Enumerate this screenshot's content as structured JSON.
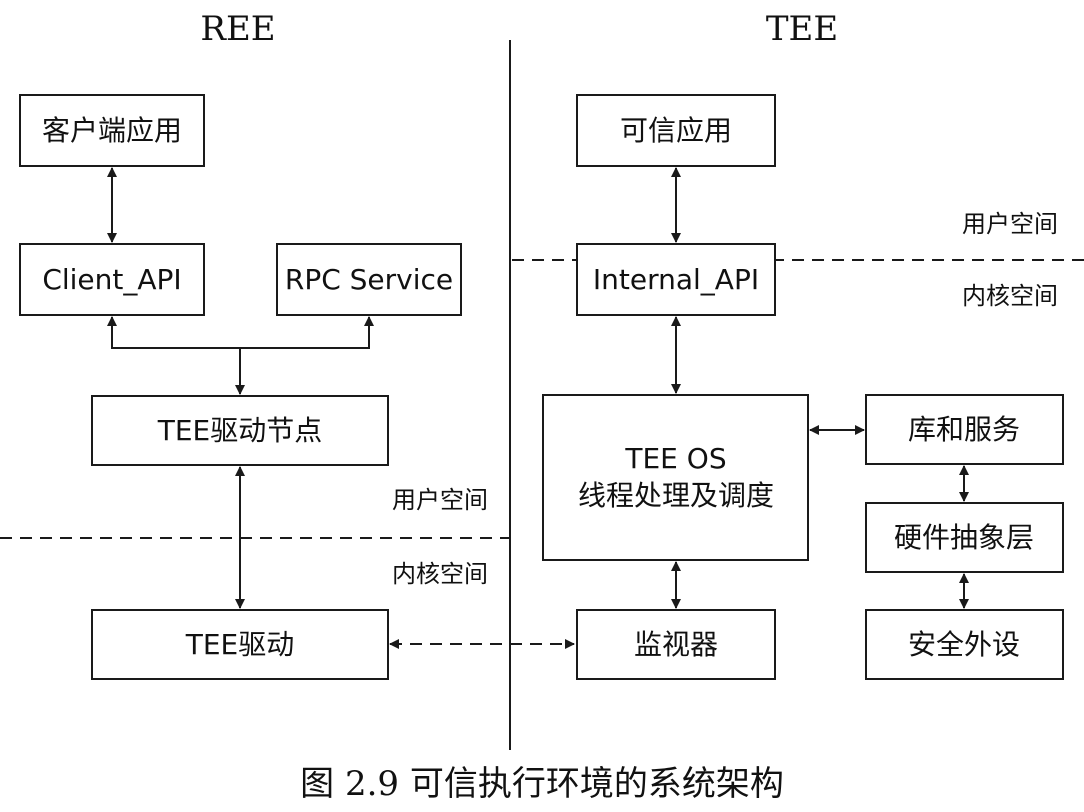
{
  "headings": {
    "ree": "REE",
    "tee": "TEE"
  },
  "ree": {
    "client_app": "客户端应用",
    "client_api": "Client_API",
    "rpc_service": "RPC Service",
    "driver_node": "TEE驱动节点",
    "driver": "TEE驱动",
    "user_space": "用户空间",
    "kernel_space": "内核空间"
  },
  "tee": {
    "trusted_app": "可信应用",
    "internal_api": "Internal_API",
    "os_line1": "TEE OS",
    "os_line2": "线程处理及调度",
    "monitor": "监视器",
    "libs": "库和服务",
    "hal": "硬件抽象层",
    "peripherals": "安全外设",
    "user_space": "用户空间",
    "kernel_space": "内核空间"
  },
  "caption": "图 2.9 可信执行环境的系统架构"
}
